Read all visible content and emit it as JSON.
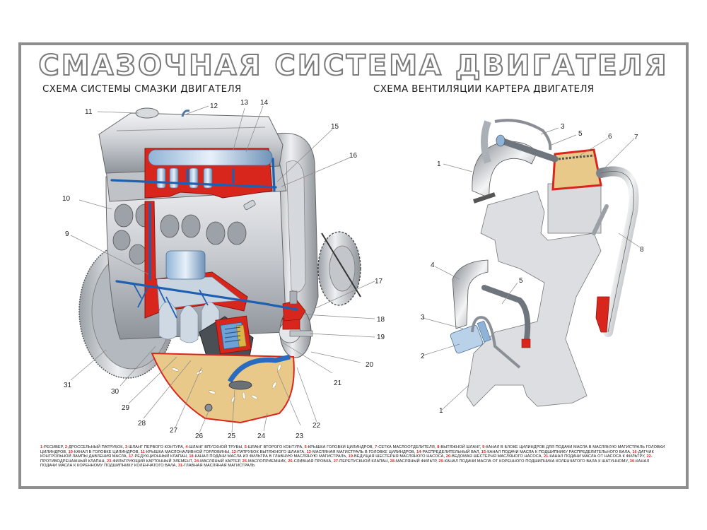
{
  "poster": {
    "title": "СМАЗОЧНАЯ СИСТЕМА ДВИГАТЕЛЯ",
    "left_subtitle": "СХЕМА СИСТЕМЫ СМАЗКИ ДВИГАТЕЛЯ",
    "right_subtitle": "СХЕМА ВЕНТИЛЯЦИИ КАРТЕРА ДВИГАТЕЛЯ",
    "colors": {
      "frame": "#8e8e8e",
      "oil_pressure_channel": "#1f5fb0",
      "section_cut": "#d9261c",
      "oil_sump_fill": "#e8c98a",
      "metal": "#c9cdd2",
      "legend_number": "#e2231a"
    }
  },
  "engine_callouts": [
    {
      "n": "11"
    },
    {
      "n": "12"
    },
    {
      "n": "13"
    },
    {
      "n": "14"
    },
    {
      "n": "15"
    },
    {
      "n": "16"
    },
    {
      "n": "10"
    },
    {
      "n": "9"
    },
    {
      "n": "17"
    },
    {
      "n": "18"
    },
    {
      "n": "19"
    },
    {
      "n": "20"
    },
    {
      "n": "21"
    },
    {
      "n": "22"
    },
    {
      "n": "23"
    },
    {
      "n": "24"
    },
    {
      "n": "25"
    },
    {
      "n": "26"
    },
    {
      "n": "27"
    },
    {
      "n": "28"
    },
    {
      "n": "29"
    },
    {
      "n": "30"
    },
    {
      "n": "31"
    }
  ],
  "ventilation_callouts": [
    {
      "n": "1"
    },
    {
      "n": "3"
    },
    {
      "n": "5"
    },
    {
      "n": "6"
    },
    {
      "n": "7"
    },
    {
      "n": "8"
    },
    {
      "n": "4"
    },
    {
      "n": "5"
    },
    {
      "n": "3"
    },
    {
      "n": "2"
    },
    {
      "n": "1"
    }
  ],
  "legend": [
    {
      "n": "1",
      "text": "-РЕСИВЕР, "
    },
    {
      "n": "2",
      "text": "-ДРОССЕЛЬНЫЙ ПАТРУБОК, "
    },
    {
      "n": "3",
      "text": "-ШЛАНГ ПЕРВОГО КОНТУРА, "
    },
    {
      "n": "4",
      "text": "-ШЛАНГ ВПУСКНОЙ ТРУБЫ, "
    },
    {
      "n": "5",
      "text": "-ШЛАНГ ВТОРОГО КОНТУРА, "
    },
    {
      "n": "6",
      "text": "-КРЫШКА ГОЛОВКИ ЦИЛИНДРОВ, "
    },
    {
      "n": "7",
      "text": "-СЕТКА МАСЛООТДЕЛИТЕЛЯ, "
    },
    {
      "n": "8",
      "text": "-ВЫТЯЖНОЙ ШЛАНГ, "
    },
    {
      "n": "9",
      "text": "-КАНАЛ В БЛОКЕ ЦИЛИНДРОВ ДЛЯ ПОДАЧИ МАСЛА В МАСЛЯНУЮ МАГИСТРАЛЬ ГОЛОВКИ ЦИЛИНДРОВ, "
    },
    {
      "n": "10",
      "text": "-КАНАЛ В ГОЛОВКЕ ЦИЛИНДРОВ, "
    },
    {
      "n": "11",
      "text": "-КРЫШКА МАСЛОНАЛИВНОЙ ГОРЛОВИНЫ, "
    },
    {
      "n": "12",
      "text": "-ПАТРУБОК ВЫТЯЖНОГО ШЛАНГА, "
    },
    {
      "n": "13",
      "text": "-МАСЛЯНАЯ МАГИСТРАЛЬ В ГОЛОВКЕ ЦИЛИНДРОВ, "
    },
    {
      "n": "14",
      "text": "-РАСПРЕДЕЛИТЕЛЬНЫЙ ВАЛ, "
    },
    {
      "n": "15",
      "text": "-КАНАЛ ПОДАЧИ МАСЛА К ПОДШИПНИКУ РАСПРЕДЕЛИТЕЛЬНОГО ВАЛА, "
    },
    {
      "n": "16",
      "text": "-ДАТЧИК КОНТРОЛЬНОЙ ЛАМПЫ ДАВЛЕНИЯ МАСЛА, "
    },
    {
      "n": "17",
      "text": "-РЕДУКЦИОННЫЙ КЛАПАН, "
    },
    {
      "n": "18",
      "text": "-КАНАЛ ПОДАЧИ МАСЛА ИЗ ФИЛЬТРА В ГЛАВНУЮ МАСЛЯНУЮ МАГИСТРАЛЬ, "
    },
    {
      "n": "19",
      "text": "-ВЕДУЩАЯ ШЕСТЕРНЯ МАСЛЯНОГО НАСОСА, "
    },
    {
      "n": "20",
      "text": "-ВЕДОМАЯ ШЕСТЕРНЯ МАСЛЯНОГО НАСОСА, "
    },
    {
      "n": "21",
      "text": "-КАНАЛ ПОДАЧИ МАСЛА ОТ НАСОСА К ФИЛЬТРУ, "
    },
    {
      "n": "22",
      "text": "-ПРОТИВОДРЕНАЖНЫЙ КЛАПАН, "
    },
    {
      "n": "23",
      "text": "-ФИЛЬТРУЮЩИЙ КАРТОННЫЙ ЭЛЕМЕНТ, "
    },
    {
      "n": "24",
      "text": "-МАСЛЯНЫЙ КАРТЕР, "
    },
    {
      "n": "25",
      "text": "-МАСЛОПРИЕМНИК, "
    },
    {
      "n": "26",
      "text": "-СЛИВНАЯ ПРОБКА, "
    },
    {
      "n": "27",
      "text": "-ПЕРЕПУСКНОЙ КЛАПАН, "
    },
    {
      "n": "28",
      "text": "-МАСЛЯНЫЙ ФИЛЬТР, "
    },
    {
      "n": "29",
      "text": "-КАНАЛ ПОДАЧИ МАСЛА ОТ КОРЕННОГО ПОДШИПНИКА КОЛЕНЧАТОГО ВАЛА К ШАТУННОМУ, "
    },
    {
      "n": "30",
      "text": "-КАНАЛ ПОДАЧИ МАСЛА К КОРЕННОМУ ПОДШИПНИКУ КОЛЕНЧАТОГО ВАЛА, "
    },
    {
      "n": "31",
      "text": "-ГЛАВНАЯ МАСЛЯНАЯ МАГИСТРАЛЬ"
    }
  ]
}
